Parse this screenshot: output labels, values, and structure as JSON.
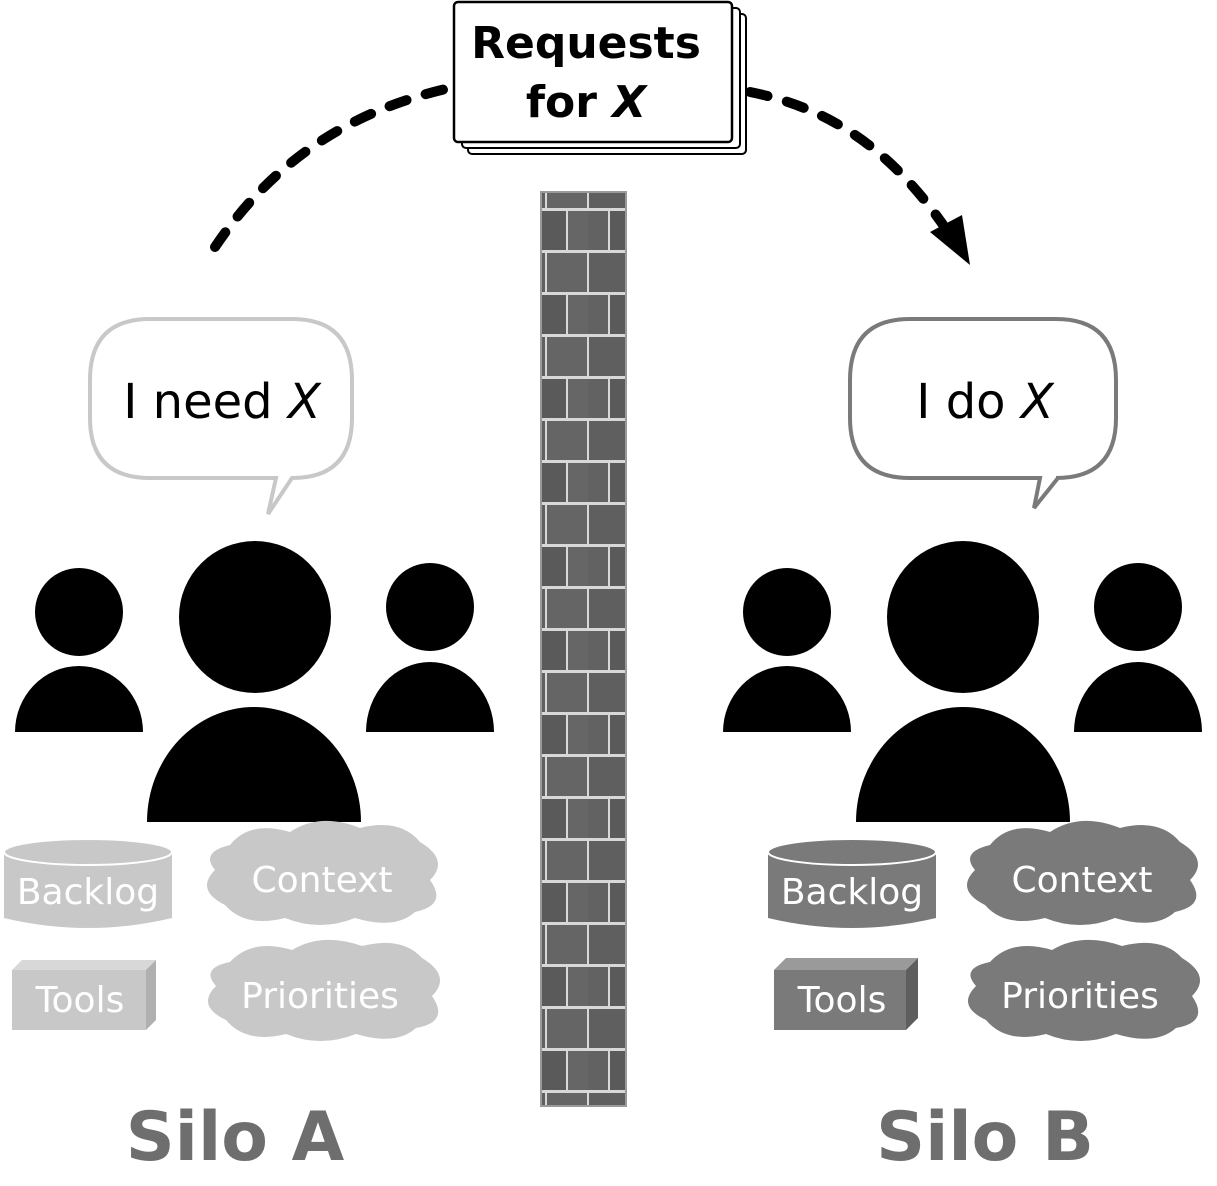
{
  "request_card": {
    "line1": "Requests",
    "line2_prefix": "for ",
    "line2_var": "X"
  },
  "silo_a": {
    "speech_prefix": "I need ",
    "speech_var": "X",
    "backlog_label": "Backlog",
    "context_label": "Context",
    "tools_label": "Tools",
    "priorities_label": "Priorities",
    "name": "Silo A",
    "artifact_color": "#c8c8c8",
    "bubble_stroke": "#c8c8c8"
  },
  "silo_b": {
    "speech_prefix": "I do ",
    "speech_var": "X",
    "backlog_label": "Backlog",
    "context_label": "Context",
    "tools_label": "Tools",
    "priorities_label": "Priorities",
    "name": "Silo B",
    "artifact_color": "#7a7a7a",
    "bubble_stroke": "#7a7a7a"
  },
  "colors": {
    "people": "#000000",
    "silo_title": "#6e6e6e",
    "wall_brick": "#5f5f5f",
    "wall_mortar": "#d8d8d8",
    "arrow": "#000000"
  }
}
